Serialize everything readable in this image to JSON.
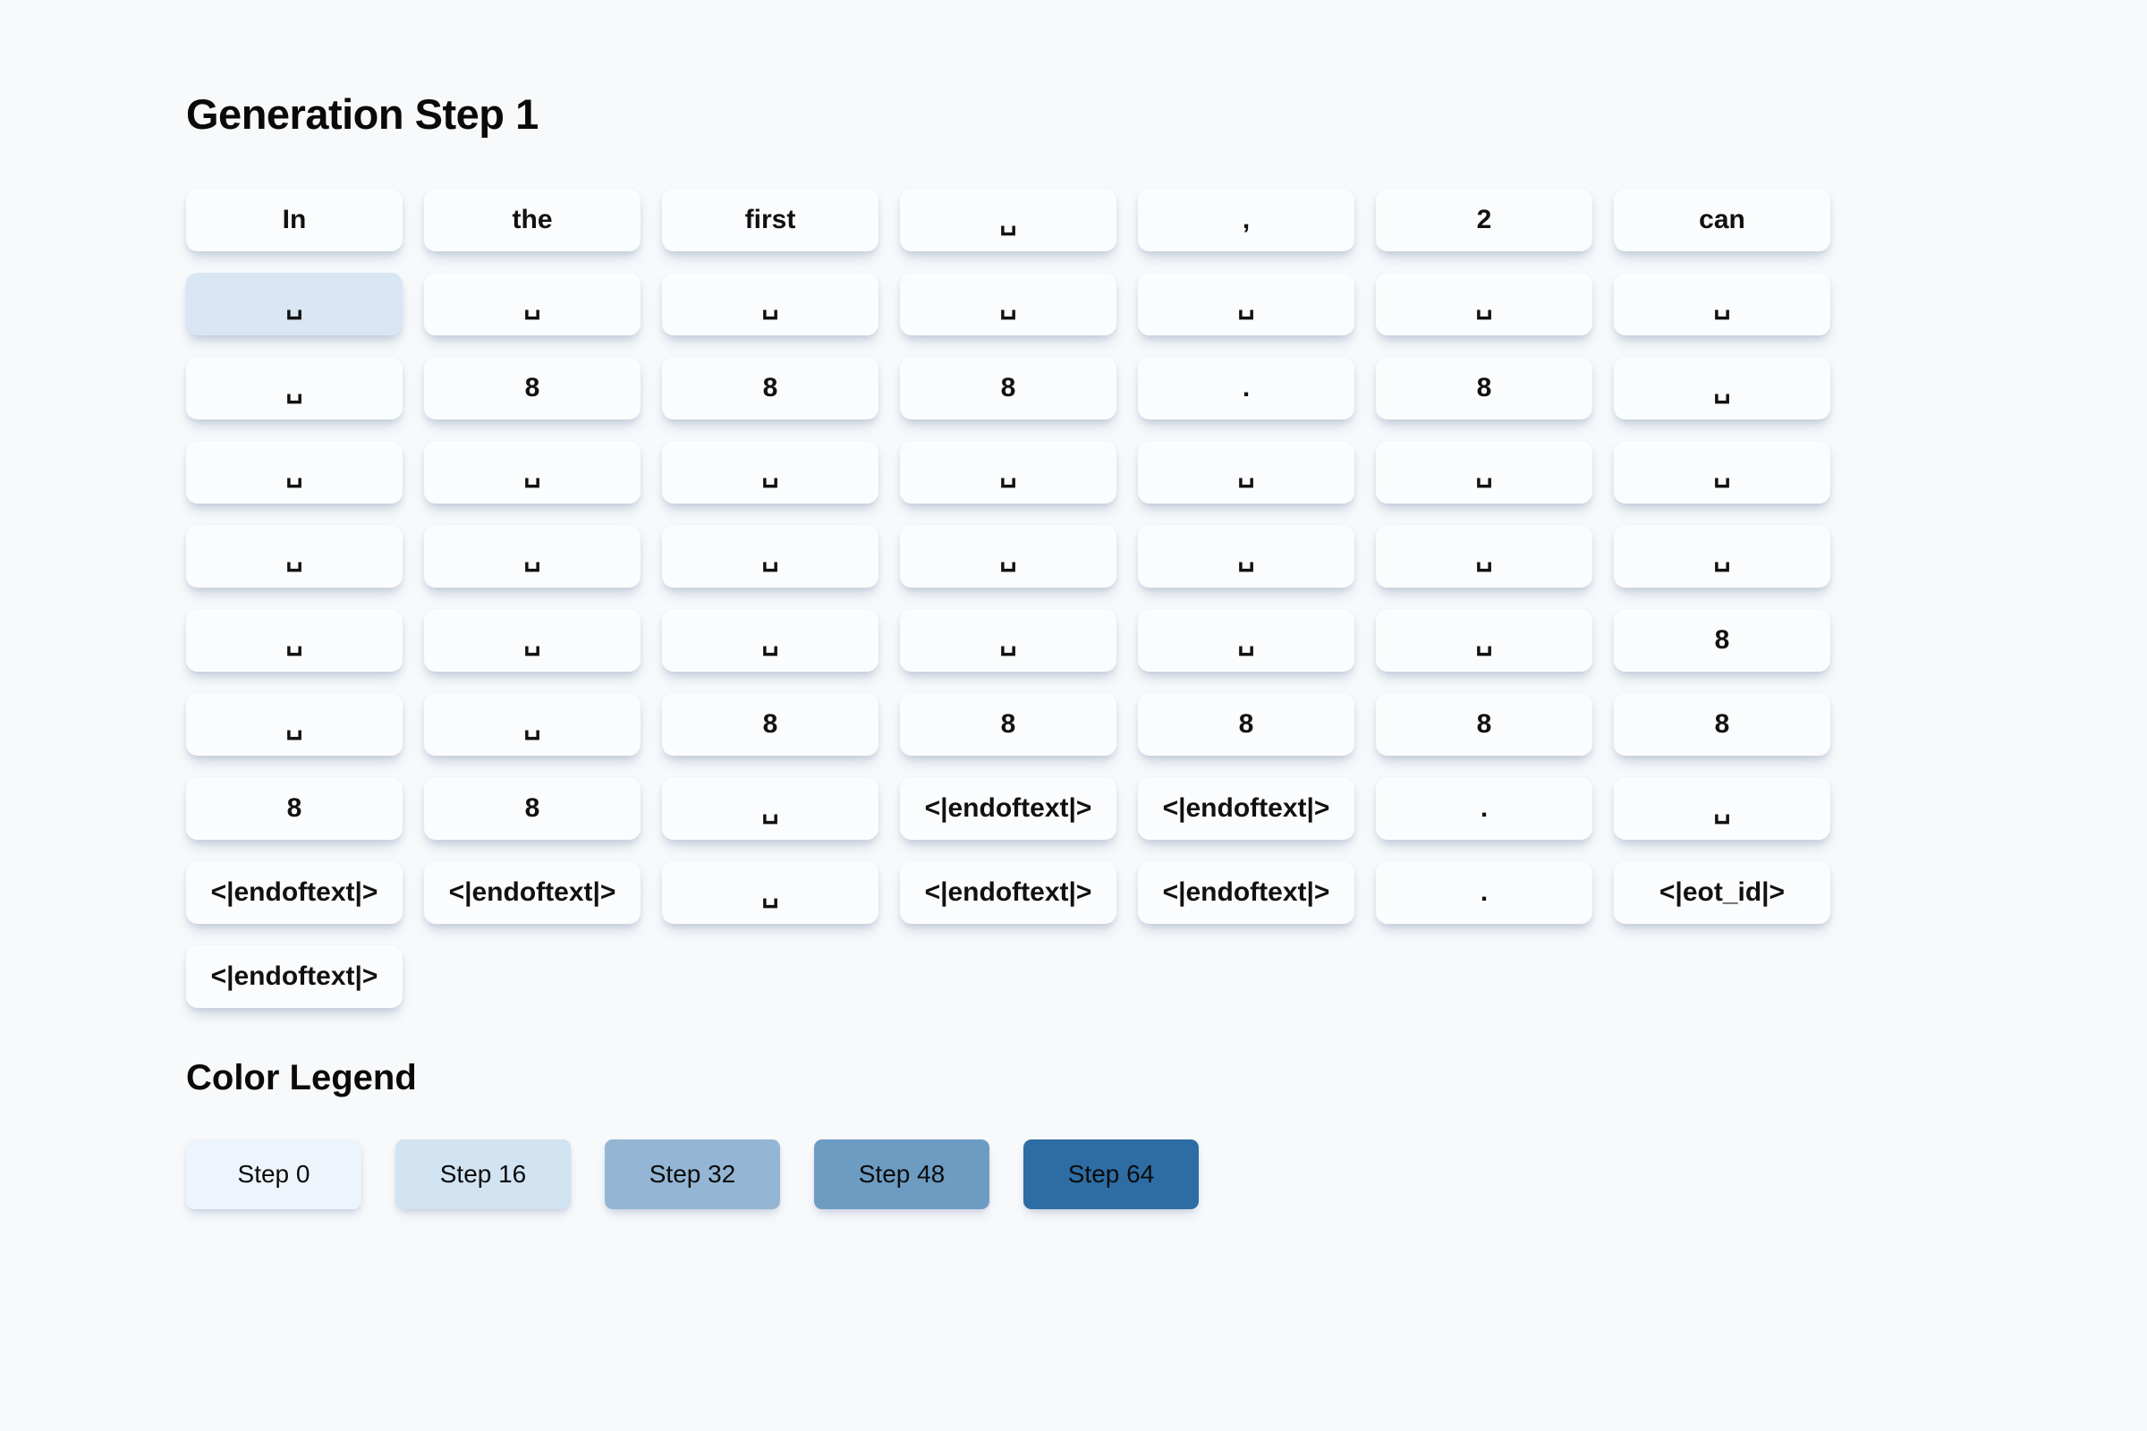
{
  "page": {
    "title": "Generation Step 1",
    "legend_title": "Color Legend",
    "background_color": "#f7f9fb"
  },
  "grid": {
    "columns": 7,
    "cell_bg_color": "#fbfcfd",
    "highlighted_cell": {
      "row": 1,
      "col": 0,
      "color": "#d9e6f4"
    },
    "rows": [
      [
        "In",
        "the",
        "first",
        "␣",
        ",",
        "2",
        "can"
      ],
      [
        "␣",
        "␣",
        "␣",
        "␣",
        "␣",
        "␣",
        "␣"
      ],
      [
        "␣",
        "8",
        "8",
        "8",
        ".",
        "8",
        "␣"
      ],
      [
        "␣",
        "␣",
        "␣",
        "␣",
        "␣",
        "␣",
        "␣"
      ],
      [
        "␣",
        "␣",
        "␣",
        "␣",
        "␣",
        "␣",
        "␣"
      ],
      [
        "␣",
        "␣",
        "␣",
        "␣",
        "␣",
        "␣",
        "8"
      ],
      [
        "␣",
        "␣",
        "8",
        "8",
        "8",
        "8",
        "8"
      ],
      [
        "8",
        "8",
        "␣",
        "<|endoftext|>",
        "<|endoftext|>",
        ".",
        "␣"
      ],
      [
        "<|endoftext|>",
        "<|endoftext|>",
        "␣",
        "<|endoftext|>",
        "<|endoftext|>",
        ".",
        "<|eot_id|>"
      ],
      [
        "<|endoftext|>"
      ]
    ]
  },
  "legend": {
    "items": [
      {
        "label": "Step 0",
        "color": "#edf4fb"
      },
      {
        "label": "Step 16",
        "color": "#d2e3f1"
      },
      {
        "label": "Step 32",
        "color": "#94b6d4"
      },
      {
        "label": "Step 48",
        "color": "#6d9cc3"
      },
      {
        "label": "Step 64",
        "color": "#2e6da4"
      }
    ]
  }
}
